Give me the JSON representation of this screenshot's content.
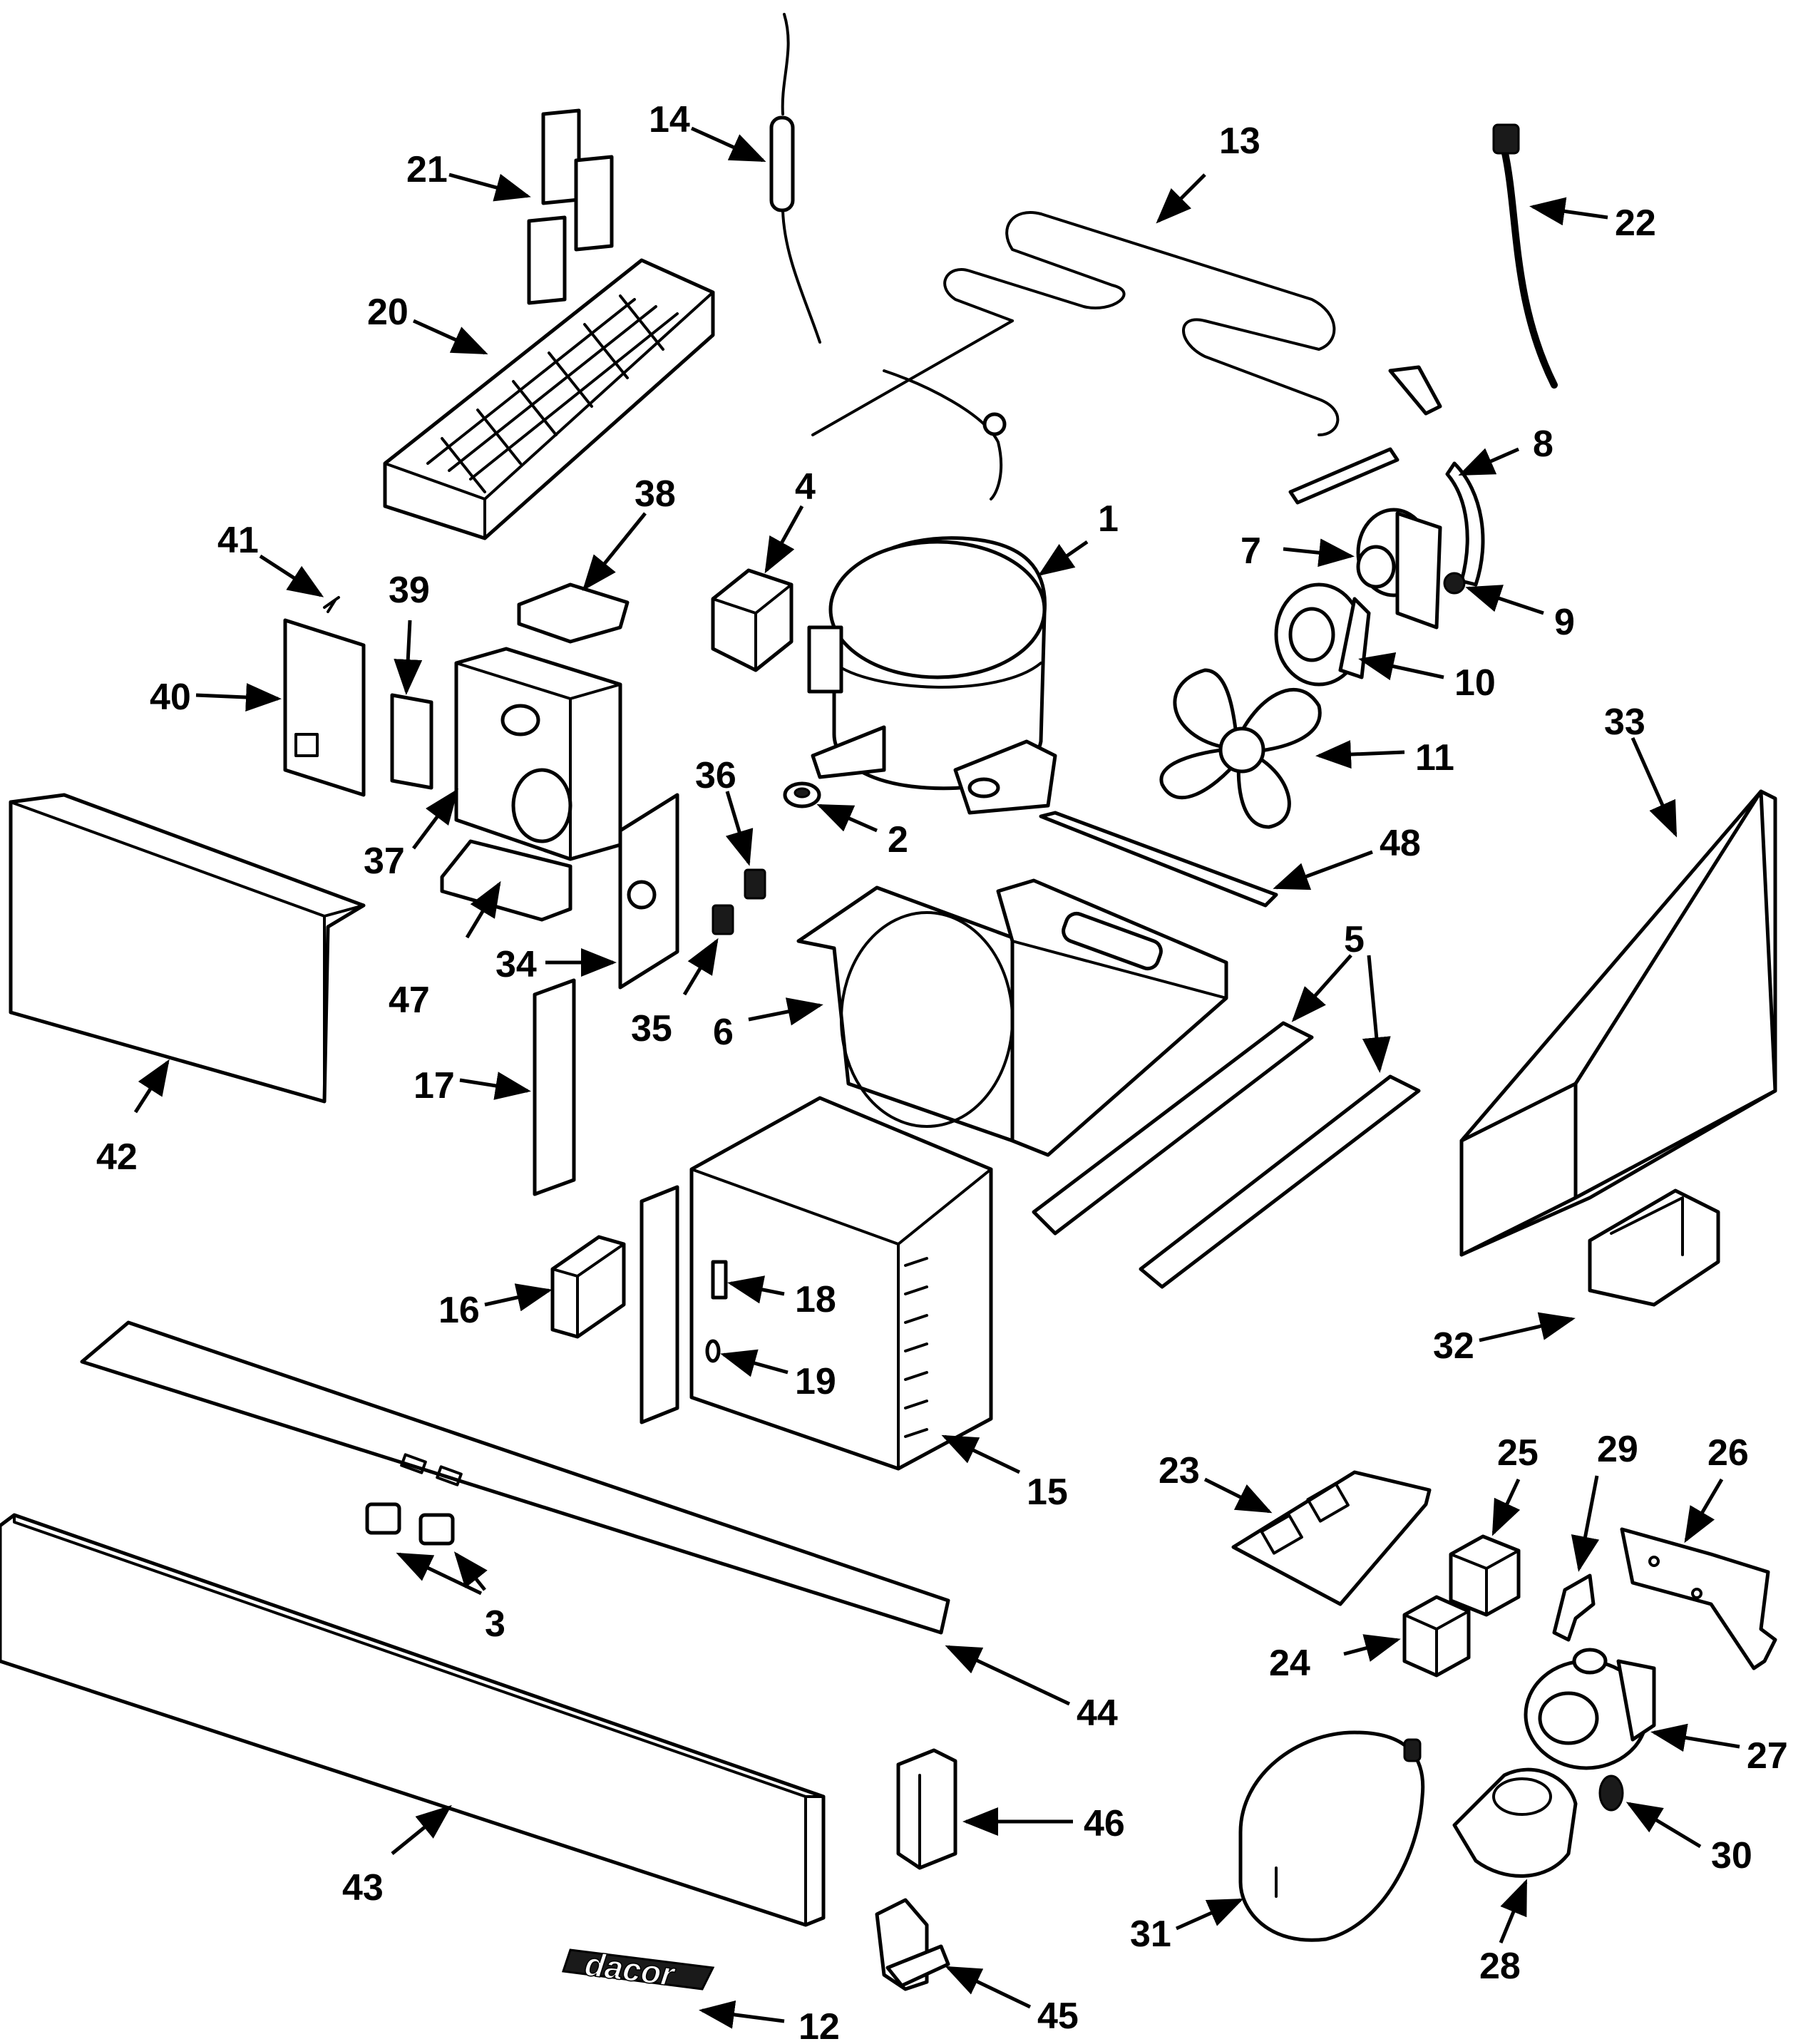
{
  "diagram": {
    "style": "exploded parts view, black line art on white",
    "line_color": "#000000",
    "background_color": "#ffffff",
    "callouts": [
      "1",
      "2",
      "3",
      "4",
      "5",
      "6",
      "7",
      "8",
      "9",
      "10",
      "11",
      "12",
      "13",
      "14",
      "15",
      "16",
      "17",
      "18",
      "19",
      "20",
      "21",
      "22",
      "23",
      "24",
      "25",
      "26",
      "27",
      "28",
      "29",
      "30",
      "31",
      "32",
      "33",
      "34",
      "35",
      "36",
      "37",
      "38",
      "39",
      "40",
      "41",
      "42",
      "43",
      "44",
      "45",
      "46",
      "47",
      "48"
    ],
    "logo_text": "dacor"
  }
}
